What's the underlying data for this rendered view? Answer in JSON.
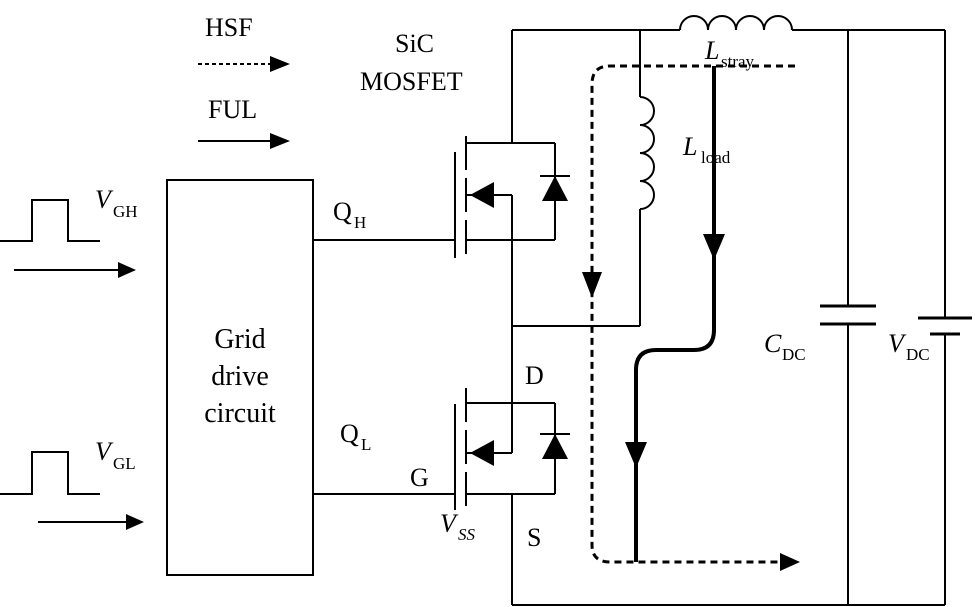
{
  "legend": {
    "hsf": "HSF",
    "ful": "FUL"
  },
  "device": {
    "line1": "SiC",
    "line2": "MOSFET"
  },
  "driver": {
    "line1": "Grid",
    "line2": "drive",
    "line3": "circuit"
  },
  "signals": {
    "vgh_main": "V",
    "vgh_sub": "GH",
    "vgl_main": "V",
    "vgl_sub": "GL"
  },
  "gates": {
    "qh_main": "Q",
    "qh_sub": "H",
    "ql_main": "Q",
    "ql_sub": "L"
  },
  "terminals": {
    "d": "D",
    "g": "G",
    "s": "S",
    "vss_main": "V",
    "vss_sub": "SS"
  },
  "components": {
    "lstray_main": "L",
    "lstray_sub": "stray",
    "lload_main": "L",
    "lload_sub": "load",
    "cdc_main": "C",
    "cdc_sub": "DC",
    "vdc_main": "V",
    "vdc_sub": "DC"
  }
}
